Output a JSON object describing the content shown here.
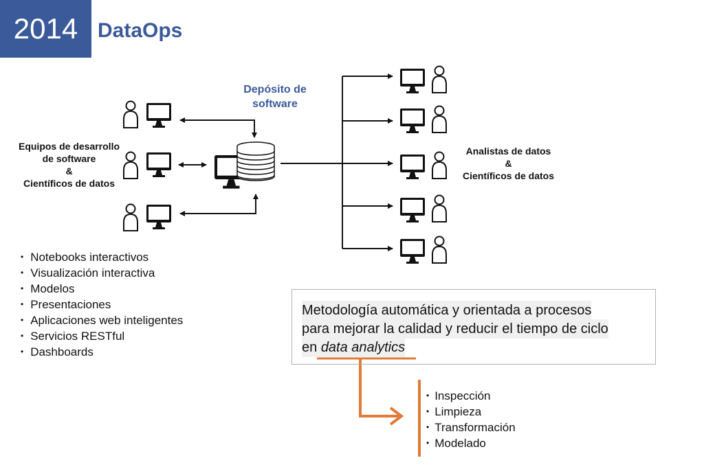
{
  "header": {
    "year": "2014",
    "title": "DataOps"
  },
  "repository": {
    "label_line1": "Depósito de",
    "label_line2": "software"
  },
  "left_group": {
    "line1": "Equipos de desarrollo",
    "line2": "de software",
    "line3": "&",
    "line4": "Científicos de datos"
  },
  "right_group": {
    "line1": "Analistas de datos",
    "line2": "&",
    "line3": "Científicos de datos"
  },
  "outputs": [
    "Notebooks interactivos",
    "Visualización interactiva",
    "Modelos",
    "Presentaciones",
    "Aplicaciones web inteligentes",
    "Servicios RESTful",
    "Dashboards"
  ],
  "methodology": {
    "line1": "Metodología automática y orientada a procesos",
    "line2": "para mejorar la calidad y reducir el tiempo de ciclo",
    "line3_prefix": "en ",
    "line3_italic": "data analytics"
  },
  "steps": [
    "Inspección",
    "Limpieza",
    "Transformación",
    "Modelado"
  ],
  "colors": {
    "brand": "#3b5a9a",
    "accent": "#e07b39"
  }
}
